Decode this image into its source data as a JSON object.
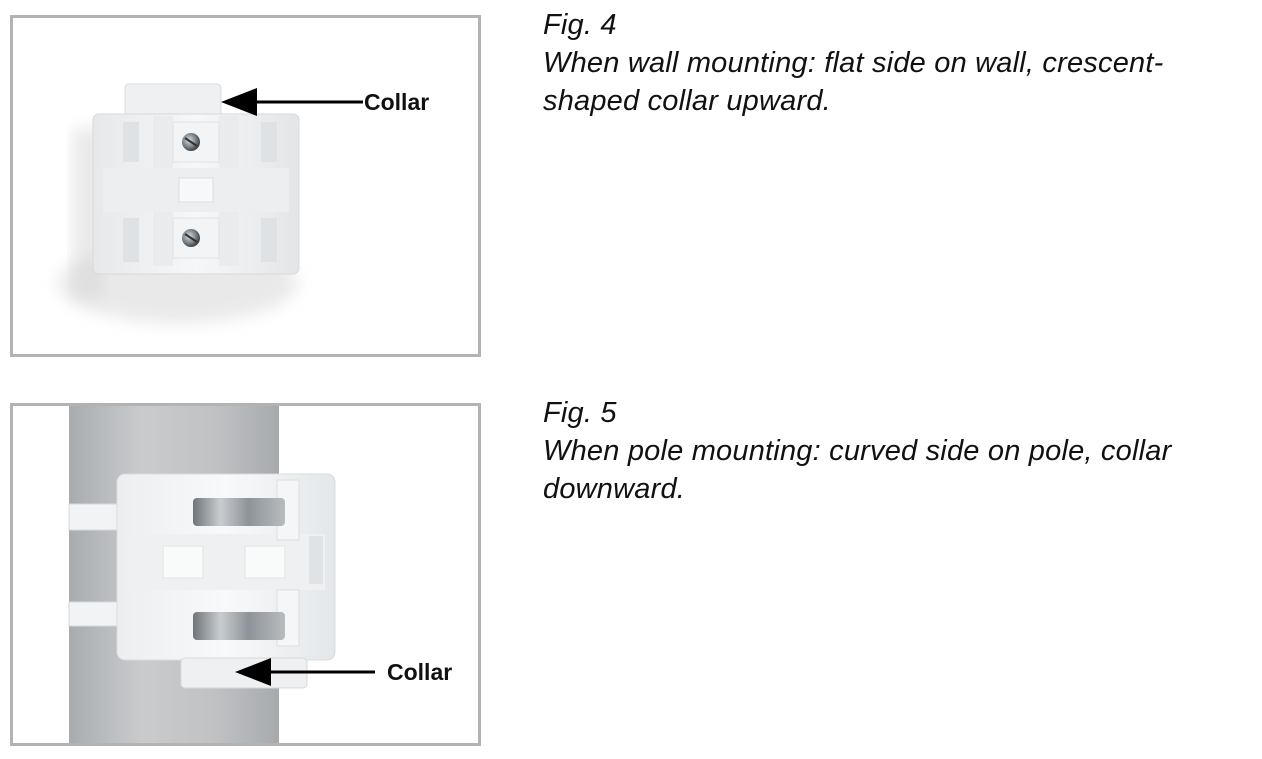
{
  "figures": [
    {
      "number": "Fig. 4",
      "caption": "When wall mounting: flat side on wall, crescent-shaped collar upward.",
      "caption_line1": "When wall mounting: flat side on wall, crescent-",
      "caption_line2": "shaped collar upward.",
      "callout": "Collar"
    },
    {
      "number": "Fig. 5",
      "caption": "When pole mounting: curved side on pole, collar downward.",
      "caption_line1": "When pole mounting: curved side on pole, collar",
      "caption_line2": "downward.",
      "callout": "Collar"
    }
  ],
  "colors": {
    "frame_border": "#b3b3b3",
    "bracket_plastic": "#f1f2f3",
    "pole_gray": "#c2c4c6",
    "metal_band": "#9ea2a6"
  }
}
